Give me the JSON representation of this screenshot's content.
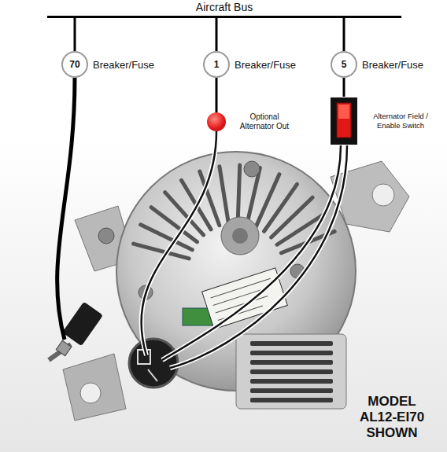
{
  "diagram": {
    "caption": "MODEL AL12-EI70 SHOWN",
    "nodes": [
      {
        "text": [
          "Aircraft Bus"
        ]
      },
      {
        "text": [
          "70",
          "Breaker/Fuse"
        ]
      },
      {
        "text": [
          "1",
          "Breaker/Fuse"
        ]
      },
      {
        "text": [
          "5",
          "Breaker/Fuse"
        ]
      },
      {
        "text": [
          "Optional Alternator Out"
        ]
      },
      {
        "text": [
          "Alternator Field / Enable Switch"
        ]
      }
    ],
    "edges": [
      {
        "from": 0,
        "to": 1,
        "arrow": "none"
      },
      {
        "from": 0,
        "to": 2,
        "arrow": "none"
      },
      {
        "from": 0,
        "to": 3,
        "arrow": "none"
      },
      {
        "from": 2,
        "to": 4,
        "arrow": "none"
      },
      {
        "from": 3,
        "to": 5,
        "arrow": "none"
      }
    ]
  }
}
